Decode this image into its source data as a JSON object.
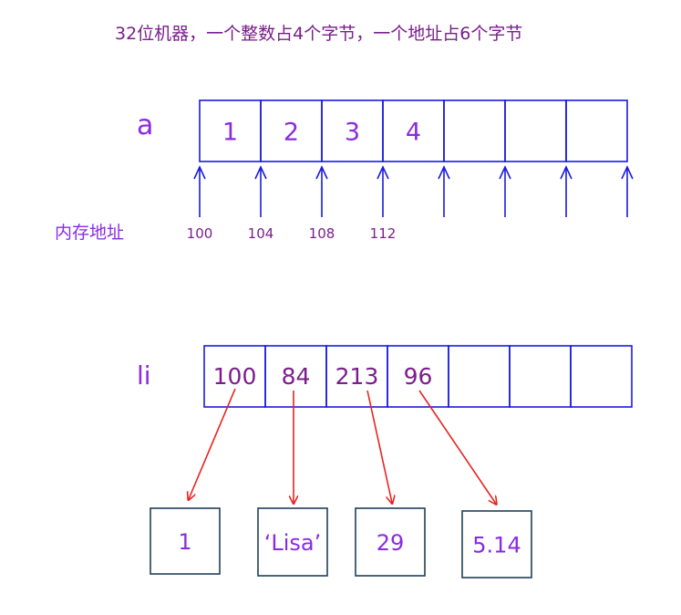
{
  "title": "32位机器，一个整数占4个字节，一个地址占6个字节",
  "array_a": {
    "name": "a",
    "cells": [
      "1",
      "2",
      "3",
      "4",
      "",
      "",
      ""
    ]
  },
  "memory_label": "内存地址",
  "addresses": [
    "100",
    "104",
    "108",
    "112"
  ],
  "list_li": {
    "name": "li",
    "cells": [
      "100",
      "84",
      "213",
      "96",
      "",
      "",
      ""
    ]
  },
  "objects": [
    "1",
    "‘Lisa’",
    "29",
    "5.14"
  ],
  "colors": {
    "box": "#1a1adc",
    "arrow_blue": "#1a1adc",
    "arrow_red": "#e8241f",
    "value_a": "#8a2be2",
    "value_li": "#7a1e8c",
    "object_text": "#8a2be2",
    "object_border": "#1f3f5a"
  }
}
